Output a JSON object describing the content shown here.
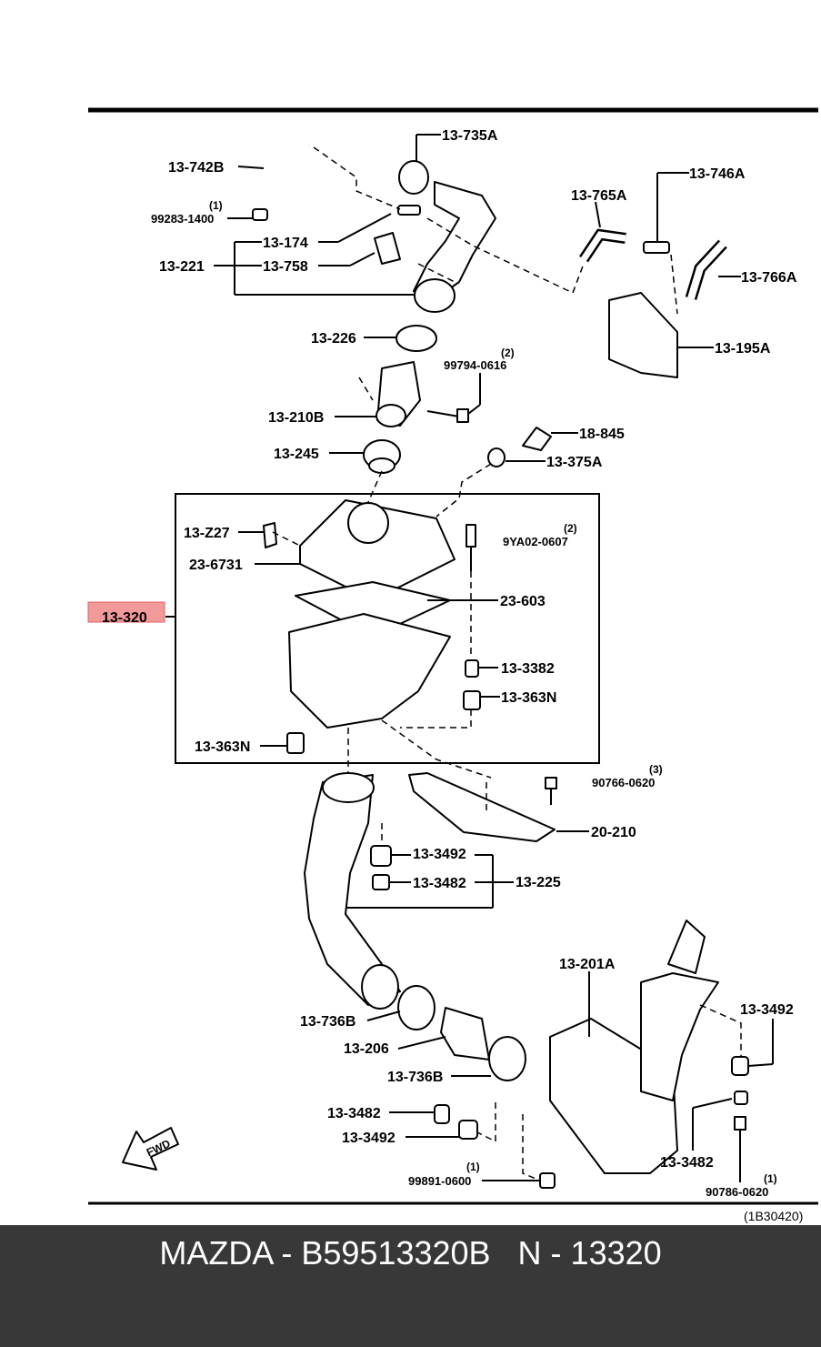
{
  "footer": {
    "caption": "MAZDA - B59513320B   N - 13320"
  },
  "diagram": {
    "ref_code": "(1B30420)",
    "highlight_color": "#f29a9a",
    "labels": {
      "l_13_735A": "13-735A",
      "l_13_742B": "13-742B",
      "q_99283": "(1)",
      "l_99283": "99283-1400",
      "l_13_174": "13-174",
      "l_13_221": "13-221",
      "l_13_758": "13-758",
      "l_13_765A": "13-765A",
      "l_13_746A": "13-746A",
      "l_13_766A": "13-766A",
      "l_13_195A": "13-195A",
      "l_13_226": "13-226",
      "q_99794": "(2)",
      "l_99794": "99794-0616",
      "l_13_210B": "13-210B",
      "l_18_845": "18-845",
      "l_13_245": "13-245",
      "l_13_375A": "13-375A",
      "l_13_Z27": "13-Z27",
      "q_9YA02": "(2)",
      "l_9YA02": "9YA02-0607",
      "l_23_6731": "23-6731",
      "l_23_603": "23-603",
      "l_13_320": "13-320",
      "l_13_3382": "13-3382",
      "l_13_363N_r": "13-363N",
      "l_13_363N_l": "13-363N",
      "q_90766": "(3)",
      "l_90766": "90766-0620",
      "l_20_210": "20-210",
      "l_13_3492_a": "13-3492",
      "l_13_3482_a": "13-3482",
      "l_13_225": "13-225",
      "l_13_201A": "13-201A",
      "l_13_3492_b": "13-3492",
      "l_13_736B_a": "13-736B",
      "l_13_206": "13-206",
      "l_13_736B_b": "13-736B",
      "l_13_3482_b": "13-3482",
      "l_13_3492_c": "13-3492",
      "l_13_3482_c": "13-3482",
      "q_99891": "(1)",
      "l_99891": "99891-0600",
      "q_90786": "(1)",
      "l_90786": "90786-0620",
      "fwd": "FWD"
    }
  }
}
